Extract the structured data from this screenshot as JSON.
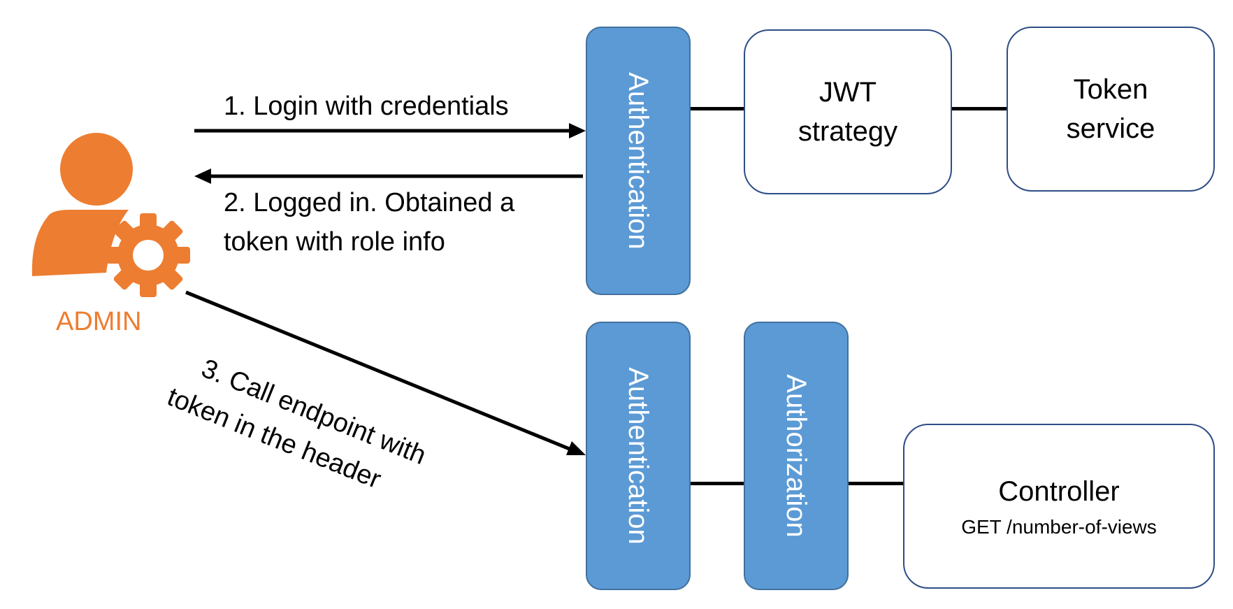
{
  "actor": {
    "label": "ADMIN",
    "icon": "admin-user-gear-icon",
    "color": "#ed7d31"
  },
  "steps": {
    "step1": "1. Login with credentials",
    "step2_line1": "2. Logged in. Obtained a",
    "step2_line2": "token with role info",
    "step3_line1": "3. Call endpoint with",
    "step3_line2": "token in the header"
  },
  "top_flow": {
    "authentication": "Authentication",
    "jwt_line1": "JWT",
    "jwt_line2": "strategy",
    "token_line1": "Token",
    "token_line2": "service"
  },
  "bottom_flow": {
    "authentication": "Authentication",
    "authorization": "Authorization",
    "controller_title": "Controller",
    "controller_endpoint": "GET /number-of-views"
  },
  "colors": {
    "guard_fill": "#5b9ad5",
    "box_border": "#2e4d86",
    "accent": "#ed7d31"
  }
}
